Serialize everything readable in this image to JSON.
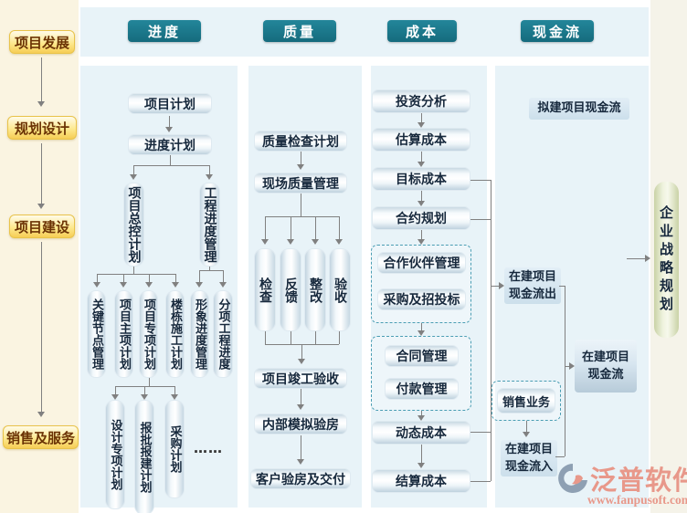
{
  "colors": {
    "teal": "#1b7a8c",
    "lane": "#e8f3f8",
    "cream": "#faf4e1",
    "cream2": "#f5f3e9",
    "boxtext": "#16283c",
    "ytext": "#6b3305",
    "conn": "#808080",
    "logo": "#e8988a"
  },
  "sidebar": {
    "stages": [
      "项目发展",
      "规划设计",
      "项目建设",
      "销售及服务"
    ]
  },
  "headers": {
    "progress": "进度",
    "quality": "质量",
    "cost": "成本",
    "cashflow": "现金流"
  },
  "progress": {
    "project_plan": "项目计划",
    "schedule_plan": "进度计划",
    "master_control_plan": "项目总控计划",
    "engineering_progress_mgmt": "工程进度管理",
    "key_node_mgmt": "关键节点管理",
    "main_item_plan": "项目主项计划",
    "special_item_plan": "项目专项计划",
    "building_construction_plan": "楼栋施工计划",
    "visual_progress_mgmt": "形象进度管理",
    "sub_project_progress": "分项工程进度",
    "design_special_plan": "设计专项计划",
    "approval_plan": "报批报建计划",
    "procurement_plan": "采购计划",
    "ellipsis": "……"
  },
  "quality": {
    "inspection_plan": "质量检查计划",
    "site_quality_mgmt": "现场质量管理",
    "check": "检查",
    "feedback": "反馈",
    "rectify": "整改",
    "accept": "验收",
    "completion_acceptance": "项目竣工验收",
    "internal_mock_inspection": "内部模拟验房",
    "customer_handover": "客户验房及交付"
  },
  "cost": {
    "investment_analysis": "投资分析",
    "estimated_cost": "估算成本",
    "target_cost": "目标成本",
    "contract_planning": "合约规划",
    "partner_mgmt": "合作伙伴管理",
    "procurement_bidding": "采购及招投标",
    "contract_mgmt": "合同管理",
    "payment_mgmt": "付款管理",
    "dynamic_cost": "动态成本",
    "settlement_cost": "结算成本"
  },
  "cashflow": {
    "proposed_project": "拟建项目现金流",
    "outflow": "在建项目\n现金流出",
    "sales_business": "销售业务",
    "inflow": "在建项目\n现金流入",
    "net": "在建项目\n现金流"
  },
  "strategy": {
    "label": "企业战略规划"
  },
  "logo": {
    "name": "泛普软件",
    "url": "www.fanpusoft.com"
  }
}
